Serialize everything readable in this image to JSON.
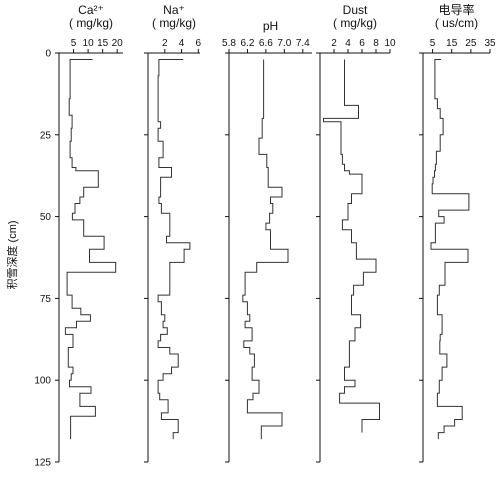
{
  "colors": {
    "line": "#333333",
    "axis": "#111111"
  },
  "chart_data": {
    "type": "line",
    "orientation": "vertical-profile",
    "grid": false,
    "ylabel": "积雪深度 (cm)",
    "ylim": [
      0,
      125
    ],
    "yticks": [
      0,
      25,
      50,
      75,
      100,
      125
    ],
    "panels": [
      {
        "title_line1": "Ca²⁺",
        "title_line2": "( mg/kg)",
        "xlim": [
          0,
          22
        ],
        "xticks": [
          5,
          10,
          15,
          20
        ],
        "tick_labels": [
          "5",
          "10",
          "15",
          "20"
        ],
        "x": [
          11.5,
          3.8,
          3.8,
          3.5,
          3.5,
          4.5,
          4.5,
          4.2,
          4.2,
          3.8,
          3.8,
          4.5,
          4.5,
          5.8,
          5.8,
          13.5,
          13.5,
          8.5,
          8.5,
          7.2,
          7.2,
          5.5,
          5.5,
          4.6,
          4.6,
          8.5,
          8.5,
          15.5,
          15.5,
          10.5,
          10.5,
          19.5,
          19.5,
          2.8,
          2.8,
          4.5,
          4.5,
          7.5,
          7.5,
          10.8,
          10.8,
          6.0,
          6.0,
          2.2,
          2.2,
          4.8,
          4.8,
          3.2,
          3.2,
          4.8,
          4.8,
          4.2,
          4.2,
          3.6,
          3.6,
          11.0,
          11.0,
          7.2,
          7.2,
          12.5,
          12.5,
          4.0,
          4.0
        ],
        "y": [
          2,
          2,
          14,
          14,
          19,
          19,
          23,
          23,
          27,
          27,
          32,
          32,
          35,
          35,
          36,
          36,
          41,
          41,
          44,
          44,
          46,
          46,
          49,
          49,
          51,
          51,
          56,
          56,
          60,
          60,
          64,
          64,
          67,
          67,
          74,
          74,
          78,
          78,
          80,
          80,
          82,
          82,
          84,
          84,
          86,
          86,
          90,
          90,
          96,
          96,
          98,
          98,
          100,
          100,
          102,
          102,
          104,
          104,
          108,
          108,
          111,
          111,
          118
        ]
      },
      {
        "title_line1": "Na⁺",
        "title_line2": "( mg/kg)",
        "xlim": [
          0,
          6.2
        ],
        "xticks": [
          2,
          4,
          6
        ],
        "tick_labels": [
          "2",
          "4",
          "6"
        ],
        "x": [
          4.2,
          1.3,
          1.3,
          1.2,
          1.2,
          1.5,
          1.5,
          1.2,
          1.2,
          1.8,
          1.8,
          1.3,
          1.3,
          2.8,
          2.8,
          1.5,
          1.5,
          1.3,
          1.3,
          1.6,
          1.6,
          2.6,
          2.6,
          2.2,
          2.2,
          5.0,
          5.0,
          4.3,
          4.3,
          2.6,
          2.6,
          1.2,
          1.2,
          1.6,
          1.6,
          2.0,
          2.0,
          1.8,
          1.8,
          2.3,
          2.3,
          1.5,
          1.5,
          1.2,
          1.2,
          2.6,
          2.6,
          3.6,
          3.6,
          2.8,
          2.8,
          1.8,
          1.8,
          1.2,
          1.2,
          1.4,
          1.4,
          2.4,
          2.4,
          1.6,
          1.6,
          3.6,
          3.6,
          3.0,
          3.0
        ],
        "y": [
          2,
          2,
          7,
          7,
          21,
          21,
          23,
          23,
          27,
          27,
          32,
          32,
          35,
          35,
          38,
          38,
          44,
          44,
          46,
          46,
          49,
          49,
          56,
          56,
          58,
          58,
          60,
          60,
          64,
          64,
          74,
          74,
          76,
          76,
          80,
          80,
          82,
          82,
          84,
          84,
          86,
          86,
          88,
          88,
          90,
          90,
          92,
          92,
          96,
          96,
          98,
          98,
          100,
          100,
          104,
          104,
          106,
          106,
          110,
          110,
          112,
          112,
          116,
          116,
          118
        ]
      },
      {
        "title_line1": "pH",
        "title_line2": "",
        "xlim": [
          5.8,
          7.6
        ],
        "xticks": [
          5.8,
          6.2,
          6.6,
          7.0,
          7.4
        ],
        "tick_labels": [
          "5.8",
          "6.2",
          "6.6",
          "7.0",
          "7.4"
        ],
        "x": [
          6.55,
          6.55,
          6.52,
          6.52,
          6.45,
          6.45,
          6.62,
          6.62,
          6.65,
          6.65,
          6.95,
          6.95,
          6.7,
          6.7,
          6.75,
          6.75,
          6.68,
          6.68,
          6.6,
          6.6,
          6.7,
          6.7,
          7.08,
          7.08,
          6.4,
          6.4,
          6.15,
          6.15,
          6.1,
          6.1,
          6.2,
          6.2,
          6.25,
          6.25,
          6.15,
          6.15,
          6.3,
          6.3,
          6.12,
          6.12,
          6.25,
          6.25,
          6.35,
          6.35,
          6.3,
          6.3,
          6.45,
          6.45,
          6.32,
          6.32,
          6.2,
          6.2,
          6.95,
          6.95,
          6.5,
          6.5
        ],
        "y": [
          2,
          20,
          20,
          26,
          26,
          31,
          31,
          35,
          35,
          41,
          41,
          44,
          44,
          46,
          46,
          49,
          49,
          52,
          52,
          54,
          54,
          60,
          60,
          64,
          64,
          67,
          67,
          74,
          74,
          76,
          76,
          80,
          80,
          82,
          82,
          84,
          84,
          88,
          88,
          90,
          90,
          92,
          92,
          96,
          96,
          100,
          100,
          104,
          104,
          106,
          106,
          110,
          110,
          114,
          114,
          118
        ]
      },
      {
        "title_line1": "Dust",
        "title_line2": "( mg/kg)",
        "xlim": [
          0,
          10
        ],
        "xticks": [
          2,
          4,
          6,
          8,
          10
        ],
        "tick_labels": [
          "2",
          "4",
          "6",
          "8",
          "10"
        ],
        "x": [
          3.5,
          3.5,
          5.5,
          5.5,
          0.5,
          0.5,
          3.0,
          3.0,
          3.0,
          3.2,
          3.2,
          3.5,
          3.5,
          4.2,
          4.2,
          6.0,
          6.0,
          4.5,
          4.5,
          4.0,
          4.0,
          3.2,
          3.2,
          4.5,
          4.5,
          5.2,
          5.2,
          8.0,
          8.0,
          6.2,
          6.2,
          4.8,
          4.8,
          4.5,
          4.5,
          5.8,
          5.8,
          5.0,
          5.0,
          4.2,
          4.2,
          3.5,
          3.5,
          5.0,
          5.0,
          3.5,
          3.5,
          2.8,
          2.8,
          8.5,
          8.5,
          6.0,
          6.0
        ],
        "y": [
          2,
          16,
          16,
          20,
          20,
          21,
          21,
          25,
          31,
          31,
          34,
          34,
          36,
          36,
          37,
          37,
          43,
          43,
          46,
          46,
          51,
          51,
          54,
          54,
          58,
          58,
          63,
          63,
          67,
          67,
          71,
          71,
          74,
          74,
          80,
          80,
          84,
          84,
          88,
          88,
          96,
          96,
          100,
          100,
          102,
          102,
          104,
          104,
          107,
          107,
          112,
          112,
          116
        ]
      },
      {
        "title_line1": "电导率",
        "title_line2": "( us/cm)",
        "xlim": [
          0,
          35
        ],
        "xticks": [
          5,
          15,
          25,
          35
        ],
        "tick_labels": [
          "5",
          "15",
          "25",
          "35"
        ],
        "x": [
          9.5,
          6.2,
          6.2,
          7.5,
          7.5,
          9.0,
          9.0,
          10.5,
          10.5,
          9.0,
          9.0,
          7.0,
          7.0,
          6.5,
          6.5,
          6.0,
          6.0,
          5.2,
          5.2,
          4.8,
          4.8,
          24.0,
          24.0,
          8.2,
          8.2,
          11.0,
          11.0,
          6.5,
          6.5,
          4.2,
          4.2,
          23.5,
          23.5,
          11.5,
          11.5,
          8.5,
          8.5,
          7.5,
          7.5,
          10.0,
          10.0,
          9.0,
          9.0,
          8.8,
          8.8,
          12.5,
          12.5,
          10.0,
          10.0,
          8.5,
          8.5,
          7.5,
          7.5,
          20.5,
          20.5,
          16.5,
          16.5,
          11.0,
          11.0,
          8.0,
          8.0
        ],
        "y": [
          2,
          2,
          14,
          14,
          17,
          17,
          20,
          20,
          25,
          25,
          30,
          30,
          34,
          34,
          36,
          36,
          38,
          38,
          40,
          40,
          43,
          43,
          48,
          48,
          50,
          50,
          52,
          52,
          58,
          58,
          60,
          60,
          64,
          64,
          71,
          71,
          74,
          74,
          80,
          80,
          86,
          86,
          88,
          88,
          92,
          92,
          96,
          96,
          100,
          100,
          104,
          104,
          108,
          108,
          112,
          112,
          114,
          114,
          116,
          116,
          118
        ]
      }
    ]
  }
}
